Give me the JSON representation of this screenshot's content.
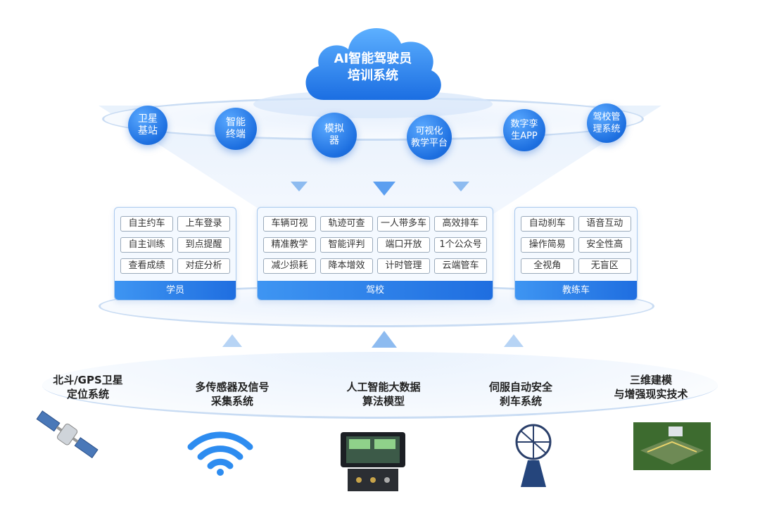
{
  "cloud": {
    "line1": "AI智能驾驶员",
    "line2": "培训系统"
  },
  "nodes": [
    {
      "l1": "卫星",
      "l2": "基站"
    },
    {
      "l1": "智能",
      "l2": "终端"
    },
    {
      "l1": "模拟",
      "l2": "器"
    },
    {
      "l1": "可视化",
      "l2": "教学平台"
    },
    {
      "l1": "数字孪",
      "l2": "生APP"
    },
    {
      "l1": "驾校管",
      "l2": "理系统"
    }
  ],
  "panels": [
    {
      "title": "学员",
      "tags": [
        "自主约车",
        "上车登录",
        "自主训练",
        "到点提醒",
        "查看成绩",
        "对症分析"
      ]
    },
    {
      "title": "驾校",
      "tags": [
        "车辆可视",
        "轨迹可查",
        "一人带多车",
        "高效排车",
        "精准教学",
        "智能评判",
        "端口开放",
        "1个公众号",
        "减少损耗",
        "降本增效",
        "计时管理",
        "云端管车"
      ]
    },
    {
      "title": "教练车",
      "tags": [
        "自动刹车",
        "语音互动",
        "操作简易",
        "安全性高",
        "全视角",
        "无盲区"
      ]
    }
  ],
  "bottom": [
    {
      "l1": "北斗/GPS卫星",
      "l2": "定位系统",
      "icon": "satellite-icon"
    },
    {
      "l1": "多传感器及信号",
      "l2": "采集系统",
      "icon": "wifi-signal-icon"
    },
    {
      "l1": "人工智能大数据",
      "l2": "算法模型",
      "icon": "terminal-device-icon"
    },
    {
      "l1": "伺服自动安全",
      "l2": "刹车系统",
      "icon": "radar-antenna-icon"
    },
    {
      "l1": "三维建模",
      "l2": "与增强现实技术",
      "icon": "3d-model-image"
    }
  ],
  "colors": {
    "primary": "#1d6fe0",
    "ring": "#c9dcf3",
    "panel_bg": "#f4f9ff"
  }
}
